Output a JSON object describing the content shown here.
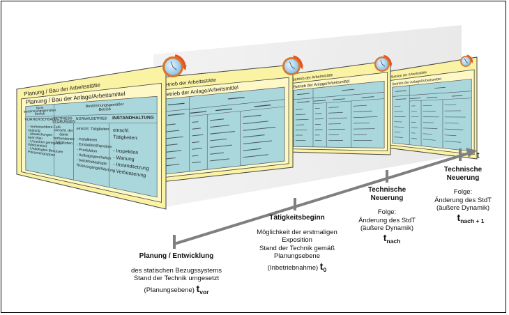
{
  "diagram": {
    "axis_label": "t",
    "colors": {
      "panel_outer": "#fbf3a4",
      "panel_inner": "#fdf8c6",
      "table_fill": "#a9d7dc",
      "panel_border": "#444444",
      "timeline": "#7f7f7f",
      "clock_ring": "#d9772c",
      "clock_face": "#a8d4f2",
      "plane": "#eeeeee"
    },
    "panels": [
      {
        "title_outer": "Planung / Bau der Arbeitsstätte",
        "title_inner": "Planung / Bau der Anlage/Arbeitsmittel",
        "col0_header": [
          "Nicht",
          "bestimmungsgemäßer",
          "Betrieb"
        ],
        "span_header": [
          "Bestimmungsgemäßer",
          "Betrieb"
        ],
        "columns": [
          "VORHERSEHBAR",
          "BETRIEBS-\nSTÖRUNGEN",
          "NORMALBETRIEB",
          "INSTANDHALTUNG"
        ],
        "col0_items": [
          "- Vorhersehbare Fehl-",
          "  nutzung",
          "- Abweichungen",
          "  beim Bau",
          "- Ursachen geringerer",
          "  Wirksamkeit",
          "- Unbefugtes Benutzen",
          "  Personengruppen"
        ],
        "col1_items": [
          "einschl. der",
          "damit",
          "verbundenen",
          "Tätigkeiten"
        ],
        "col2_items": [
          "einschl. Tätigkeiten:",
          "",
          "- Installieren",
          "- Einstellen/Erproben",
          "- Produktion",
          "- Auftragsgeschehen",
          "- betriebsbedingte",
          "  Rüstvorgänge/Wartung"
        ],
        "col3_items": [
          "einschl.",
          "Tätigkeiten:",
          "",
          "- Inspektion",
          "- Wartung",
          "- Instandsetzung",
          "- Verbesserung"
        ]
      },
      {
        "title_outer": "Betrieb der Arbeitsstätte",
        "title_inner": "Betrieb der Anlage/Arbeitsmittel"
      },
      {
        "title_outer": "Betrieb der Arbeitsstätte",
        "title_inner": "Betrieb der Anlage/Arbeitsmittel"
      },
      {
        "title_outer": "Betrieb der Arbeitsstätte",
        "title_inner": "Betrieb der Anlage/Arbeitsmittel"
      }
    ],
    "milestones": [
      {
        "title": "Planung / Entwicklung",
        "lines": [
          "des statischen Bezugssystems",
          "Stand der Technik umgesetzt"
        ],
        "last_line": "(Planungsebene)",
        "t_symbol": "t",
        "t_sub": "vor"
      },
      {
        "title": "Tätigkeitsbeginn",
        "lines": [
          "Möglichkeit der erstmaligen",
          "Exposition",
          "Stand der Technik gemäß",
          "Planungsebene"
        ],
        "last_line": "(Inbetriebnahme)",
        "t_symbol": "t",
        "t_sub": "0"
      },
      {
        "title": "Technische Neuerung",
        "title_l1": "Technische",
        "title_l2": "Neuerung",
        "lines": [
          "Folge:",
          "Änderung des StdT",
          "(äußere Dynamik)"
        ],
        "last_line": "",
        "t_symbol": "t",
        "t_sub": "nach"
      },
      {
        "title": "Technische Neuerung",
        "title_l1": "Technische",
        "title_l2": "Neuerung",
        "lines": [
          "Folge:",
          "Änderung des StdT",
          "(äußere Dynamik)"
        ],
        "last_line": "",
        "t_symbol": "t",
        "t_sub": "nach + 1"
      }
    ]
  }
}
